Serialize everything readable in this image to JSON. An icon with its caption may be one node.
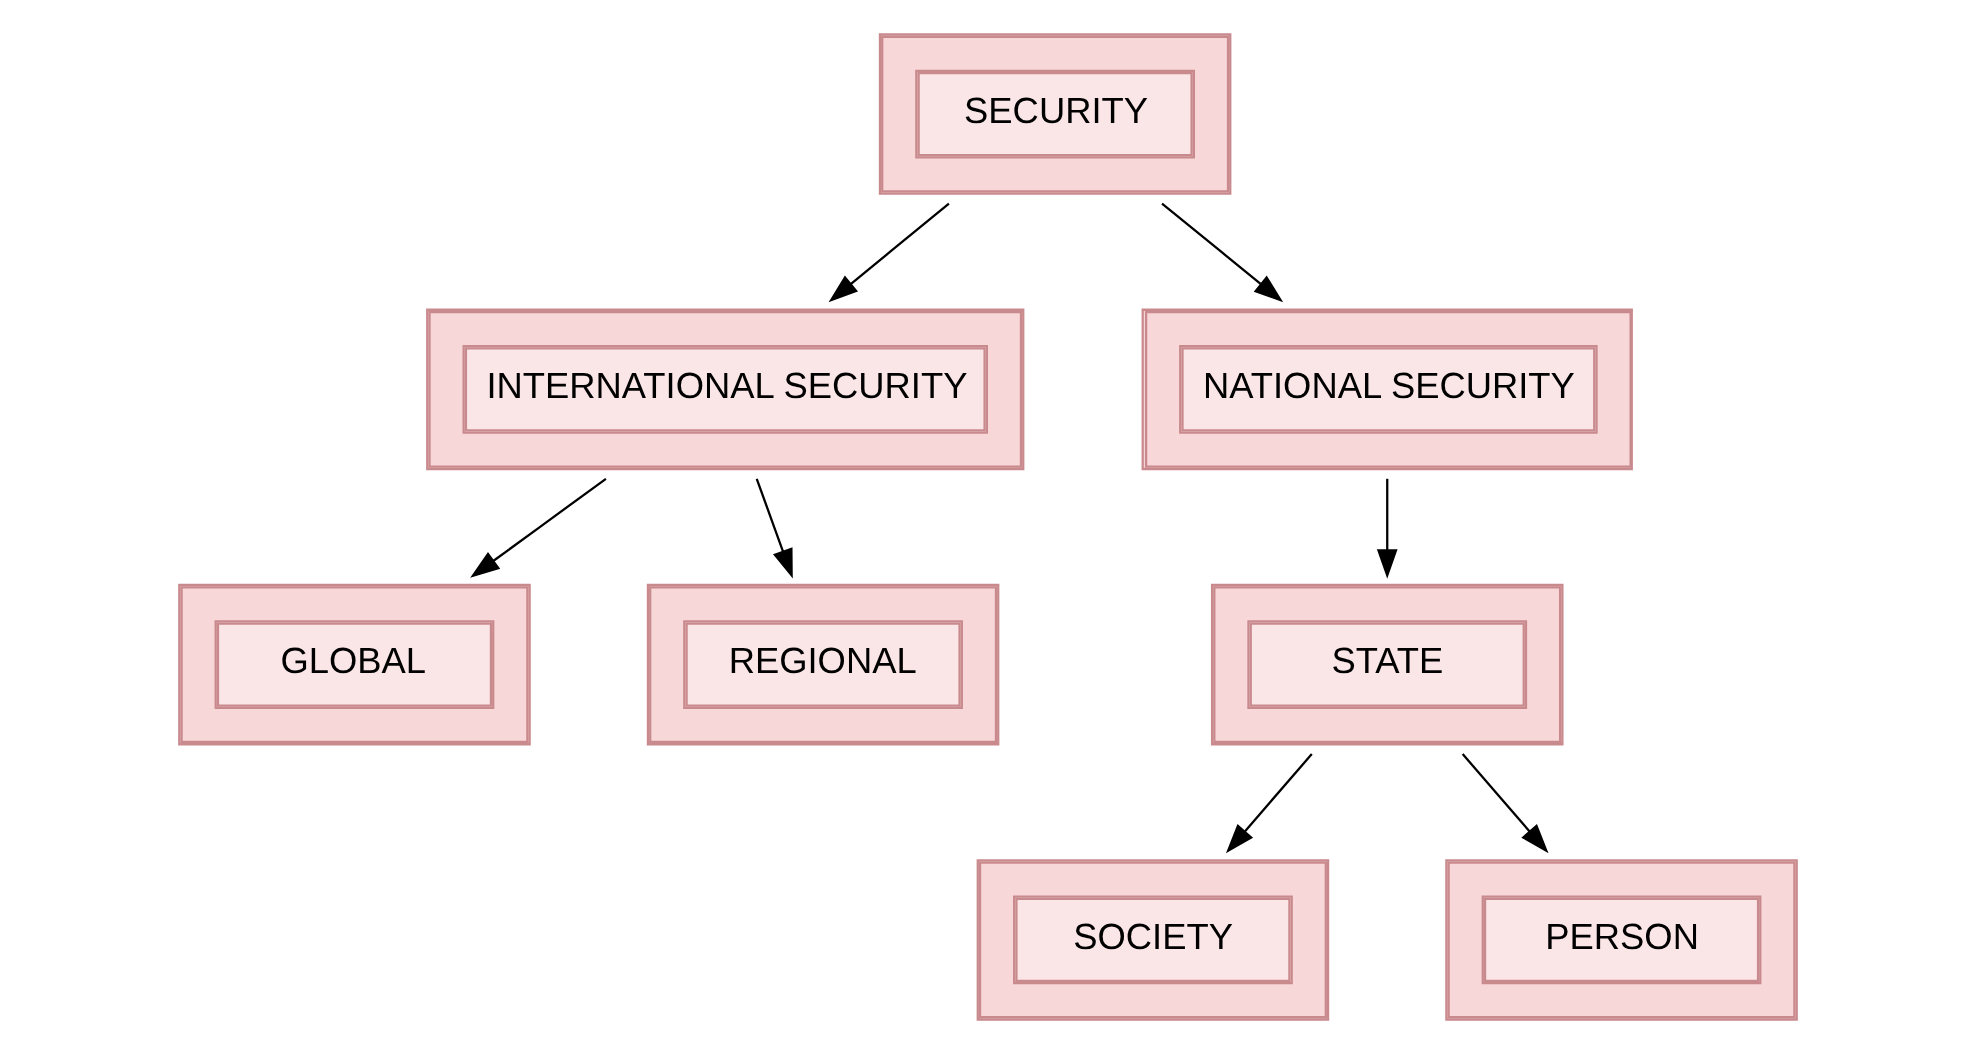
{
  "diagram": {
    "nodes": [
      {
        "text": [
          "SECURITY"
        ]
      },
      {
        "text": [
          "INTERNATIONAL SECURITY"
        ]
      },
      {
        "text": [
          "NATIONAL SECURITY"
        ]
      },
      {
        "text": [
          "GLOBAL"
        ]
      },
      {
        "text": [
          "REGIONAL"
        ]
      },
      {
        "text": [
          "STATE"
        ]
      },
      {
        "text": [
          "SOCIETY"
        ]
      },
      {
        "text": [
          "PERSON"
        ]
      }
    ],
    "edges": [
      {
        "from": 0,
        "to": 1,
        "arrow": "to"
      },
      {
        "from": 0,
        "to": 2,
        "arrow": "to"
      },
      {
        "from": 1,
        "to": 3,
        "arrow": "to"
      },
      {
        "from": 1,
        "to": 4,
        "arrow": "to"
      },
      {
        "from": 2,
        "to": 5,
        "arrow": "to"
      },
      {
        "from": 5,
        "to": 6,
        "arrow": "to"
      },
      {
        "from": 5,
        "to": 7,
        "arrow": "to"
      }
    ]
  }
}
